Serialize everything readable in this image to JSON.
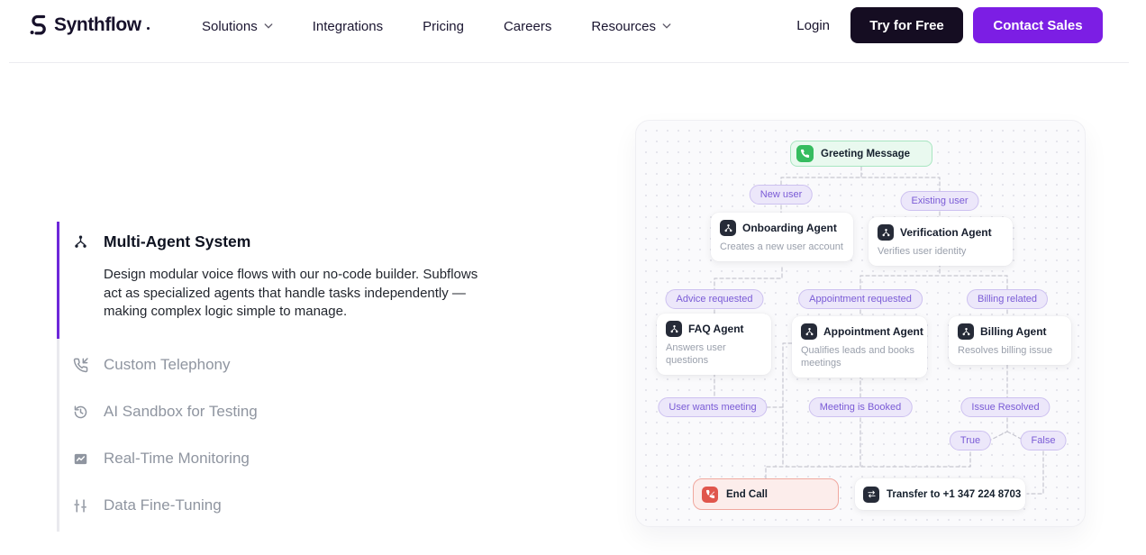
{
  "colors": {
    "accent_purple": "#7C1EE4",
    "dark_button": "#150D22",
    "active_rail_purple": "#6D28D9",
    "pill_purple_text": "#7A5BD6",
    "pill_purple_bg": "#ECE7FA",
    "greeting_green": "#35BC5F",
    "end_call_red": "#E0564C",
    "node_icon_dark": "#262B38"
  },
  "nav": {
    "logo_text": "Synthflow",
    "links": [
      {
        "label": "Solutions",
        "dropdown": true
      },
      {
        "label": "Integrations",
        "dropdown": false
      },
      {
        "label": "Pricing",
        "dropdown": false
      },
      {
        "label": "Careers",
        "dropdown": false
      },
      {
        "label": "Resources",
        "dropdown": true
      }
    ],
    "login_label": "Login",
    "try_for_free_label": "Try for Free",
    "contact_sales_label": "Contact Sales"
  },
  "features": {
    "active": {
      "title": "Multi-Agent System",
      "description": "Design modular voice flows with our no-code builder. Subflows act as specialized agents that handle tasks independently — making complex logic simple to manage.",
      "icon": "hierarchy-icon"
    },
    "items": [
      {
        "label": "Custom Telephony",
        "icon": "phone-incoming-icon"
      },
      {
        "label": "AI Sandbox for Testing",
        "icon": "history-clock-icon"
      },
      {
        "label": "Real-Time Monitoring",
        "icon": "chart-monitor-icon"
      },
      {
        "label": "Data Fine-Tuning",
        "icon": "sliders-icon"
      }
    ]
  },
  "diagram": {
    "greeting": {
      "label": "Greeting Message",
      "icon": "phone-icon"
    },
    "branches": {
      "new_user": "New user",
      "existing_user": "Existing user",
      "advice_requested": "Advice requested",
      "appointment_requested": "Appointment requested",
      "billing_related": "Billing related",
      "user_wants_meeting": "User wants meeting",
      "meeting_is_booked": "Meeting is Booked",
      "issue_resolved": "Issue Resolved",
      "true_label": "True",
      "false_label": "False"
    },
    "agents": [
      {
        "title": "Onboarding Agent",
        "description": "Creates a new user account",
        "icon": "subflow-icon"
      },
      {
        "title": "Verification Agent",
        "description": "Verifies user identity",
        "icon": "subflow-icon"
      },
      {
        "title": "FAQ Agent",
        "description": "Answers user questions",
        "icon": "subflow-icon"
      },
      {
        "title": "Appointment Agent",
        "description": "Qualifies leads and books meetings",
        "icon": "subflow-icon"
      },
      {
        "title": "Billing Agent",
        "description": "Resolves billing issue",
        "icon": "subflow-icon"
      }
    ],
    "end_call": {
      "label": "End Call",
      "icon": "end-call-icon"
    },
    "transfer": {
      "label": "Transfer to +1 347 224 8703",
      "icon": "transfer-icon"
    }
  }
}
